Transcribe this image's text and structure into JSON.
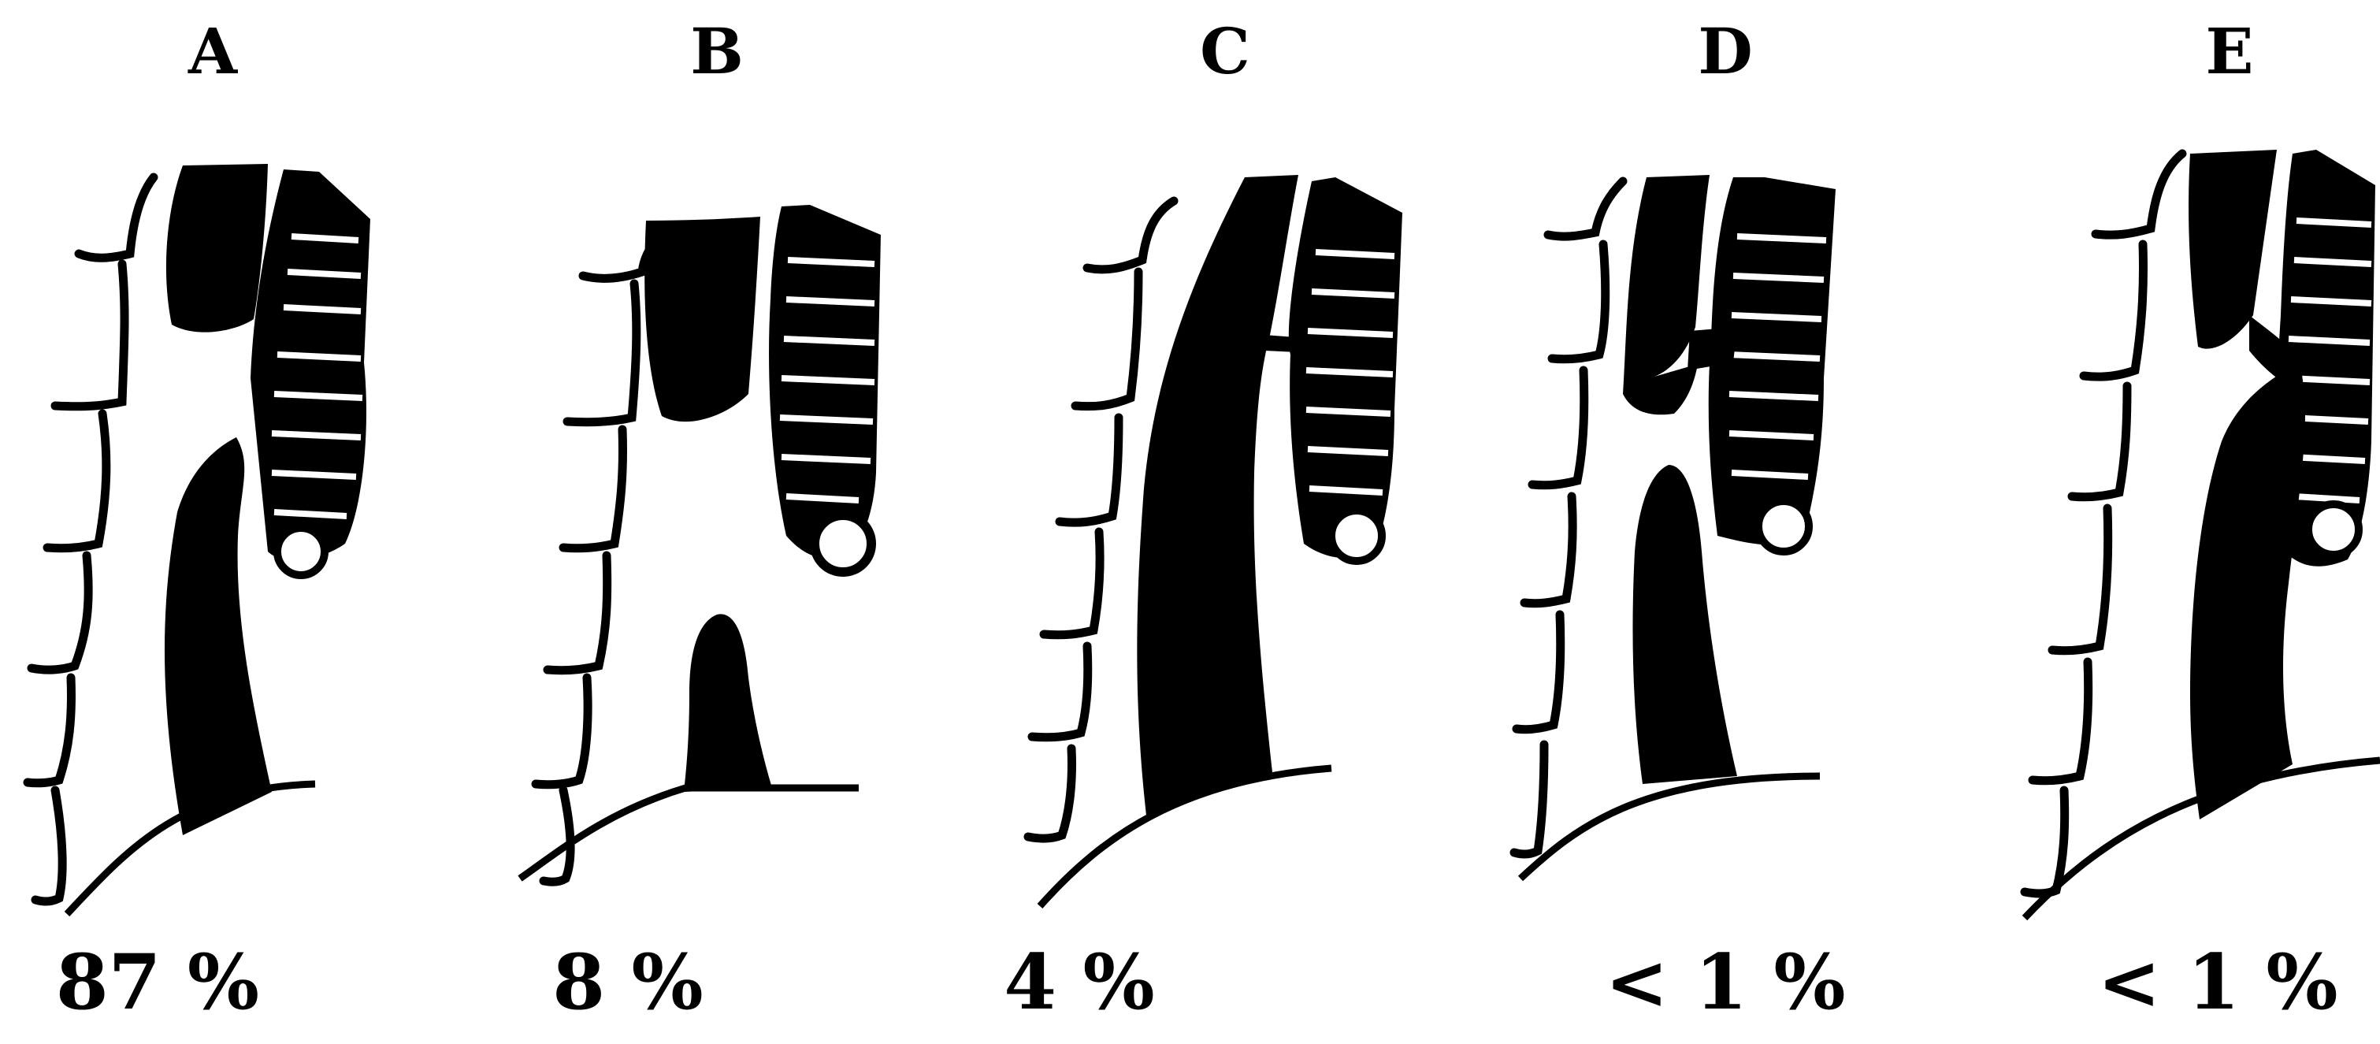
{
  "panels": [
    {
      "label": "A",
      "percent": "87 %"
    },
    {
      "label": "B",
      "percent": "8 %"
    },
    {
      "label": "C",
      "percent": "4 %"
    },
    {
      "label": "D",
      "percent": "< 1 %"
    },
    {
      "label": "E",
      "percent": "< 1 %"
    }
  ]
}
